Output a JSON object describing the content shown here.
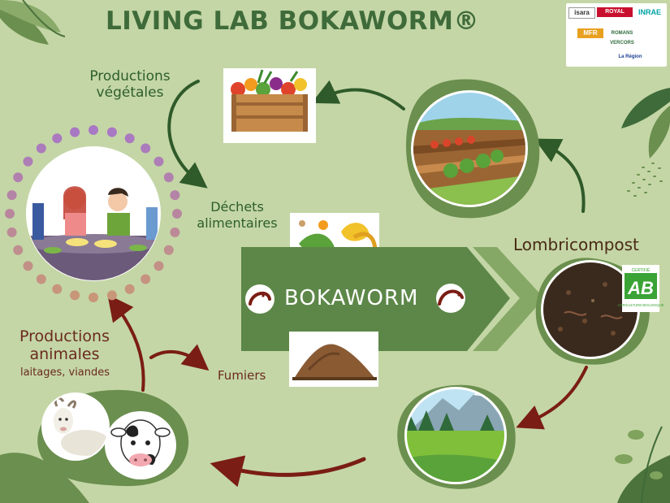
{
  "title": "LIVING LAB BOKAWORM®",
  "labels": {
    "productions_vegetales": "Productions\nvégétales",
    "dechets_alimentaires": "Déchets\nalimentaires",
    "lombricompost": "Lombricompost",
    "productions_animales": "Productions\nanimales",
    "laitages_viandes": "laitages, viandes",
    "fumiers": "Fumiers",
    "bokaworm": "BOKAWORM"
  },
  "logos": {
    "isara": "isara",
    "royal_canin": "ROYAL CANIN",
    "inrae": "INRAE",
    "mfr": "MFR",
    "romans_vercors": "ROMANS VERCORS",
    "la_region": "La Région"
  },
  "ab_badge": {
    "certifie": "CERTIFIÉ",
    "letters": "AB",
    "subtitle": "AGRICULTURE BIOLOGIQUE"
  },
  "colors": {
    "background": "#c4d6a6",
    "bubble": "#6b8f4e",
    "arrow_green": "#2f5a2a",
    "arrow_red": "#7a1d14",
    "banner": "#5d8748"
  }
}
